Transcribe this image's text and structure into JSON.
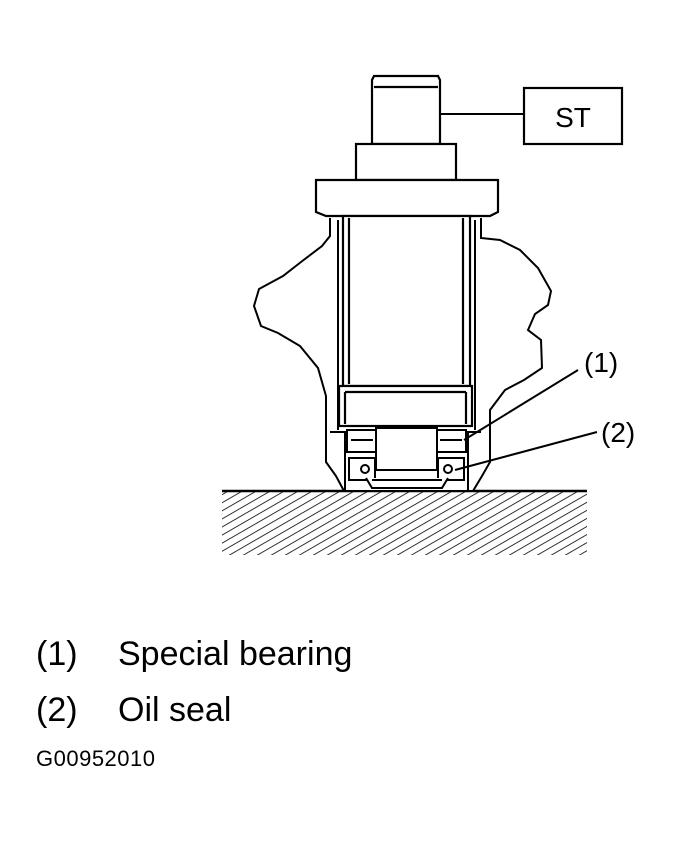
{
  "tool_label": "ST",
  "callouts": [
    {
      "number": "(1)",
      "label": "Special bearing"
    },
    {
      "number": "(2)",
      "label": "Oil seal"
    }
  ],
  "figure_code": "G00952010",
  "colors": {
    "ink": "#000000",
    "background": "#ffffff"
  }
}
